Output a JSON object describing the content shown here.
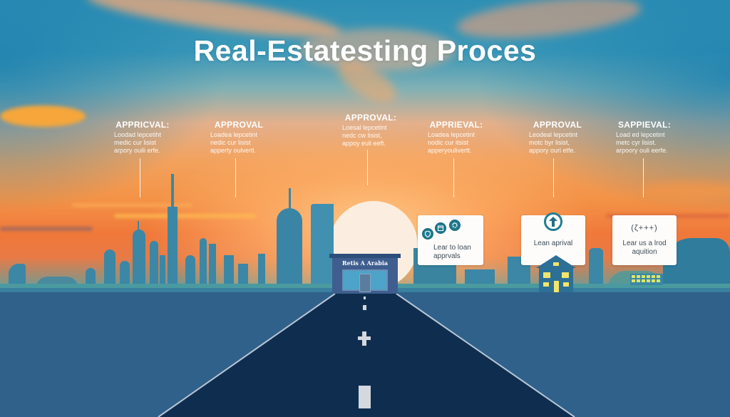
{
  "title": "Real-Estatesting Proces",
  "steps": [
    {
      "heading": "APPRICVAL:",
      "lines": [
        "Loodad lepcetiht",
        "medic cur lisist",
        "arpory ouili erfe."
      ]
    },
    {
      "heading": "APPROVAL",
      "lines": [
        "Loadea lepcetint",
        "nedic cur lisist",
        "apperty oulvertl."
      ]
    },
    {
      "heading": "APPROVAL:",
      "lines": [
        "Loesal lepcetint",
        "nedc cw lisist,",
        "appoy euli eeft."
      ]
    },
    {
      "heading": "APPRIEVAL:",
      "lines": [
        "Loadea lepcetint",
        "nodic cur itsist",
        "apperyoulivertt."
      ]
    },
    {
      "heading": "APPROVAL",
      "lines": [
        "Leodeal lepcetint",
        "motc byr lisist,",
        "appory ouri etfe."
      ]
    },
    {
      "heading": "SAPPIEVAL:",
      "lines": [
        "Load ed lepcetint",
        "metc cyr lisist.",
        "arpoory ouli eerfe."
      ]
    }
  ],
  "bank": {
    "sign": "Retis A Arabia"
  },
  "cards": [
    {
      "text_lines": [
        "Lear to loan",
        "apprvals"
      ],
      "icons": [
        "shield-icon",
        "calendar-icon",
        "refresh-icon"
      ]
    },
    {
      "text_lines": [
        "Lean aprival"
      ],
      "icons": [
        "upload-arrow-icon"
      ]
    },
    {
      "formula": "(ζ+++)",
      "text_lines": [
        "Lear us a lrod",
        "aquition"
      ]
    }
  ],
  "colors": {
    "sky_top": "#2e8fb4",
    "sky_sunset": "#f39347",
    "skyline": "#3b87a5",
    "ground": "#30618a",
    "road": "#0f2e4f",
    "card_text": "#3e4c58",
    "accent_teal": "#1f7f93",
    "window_yellow": "#f2e56b"
  }
}
